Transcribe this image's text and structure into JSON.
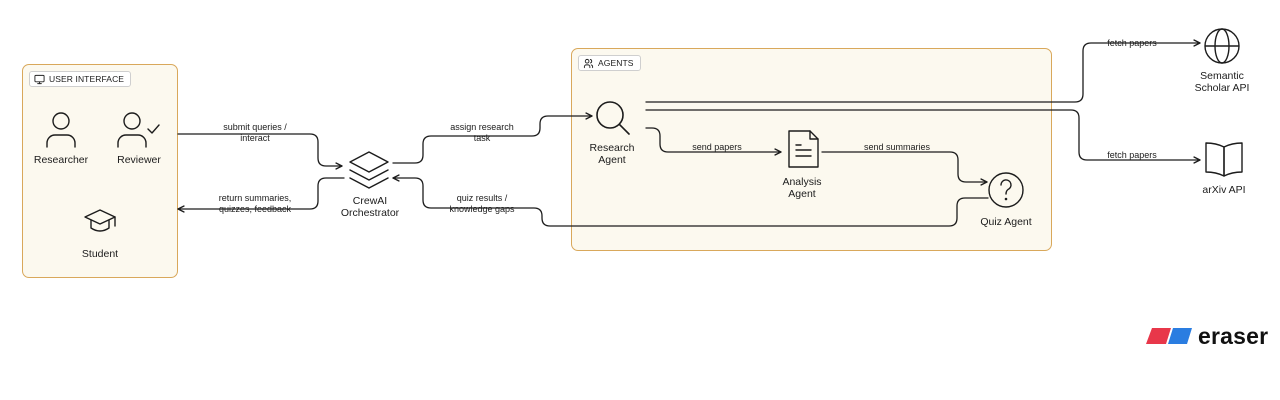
{
  "groups": {
    "user_interface": {
      "label": "USER INTERFACE"
    },
    "agents": {
      "label": "AGENTS"
    }
  },
  "nodes": {
    "researcher": "Researcher",
    "reviewer": "Reviewer",
    "student": "Student",
    "orchestrator": [
      "CrewAI",
      "Orchestrator"
    ],
    "research_agent": [
      "Research",
      "Agent"
    ],
    "analysis_agent": [
      "Analysis",
      "Agent"
    ],
    "quiz_agent": "Quiz Agent",
    "semantic_scholar": [
      "Semantic",
      "Scholar API"
    ],
    "arxiv": "arXiv API"
  },
  "edges": {
    "submit_queries": [
      "submit queries /",
      "interact"
    ],
    "return_summaries": [
      "return summaries,",
      "quizzes, feedback"
    ],
    "assign_research": [
      "assign research",
      "task"
    ],
    "quiz_results": [
      "quiz results /",
      "knowledge gaps"
    ],
    "send_papers": "send papers",
    "send_summaries": "send summaries",
    "fetch_papers_semantic": "fetch papers",
    "fetch_papers_arxiv": "fetch papers"
  },
  "brand": {
    "text": "eraser"
  },
  "colors": {
    "group_border": "#d9a85b",
    "group_fill": "#fcf9ef",
    "line": "#1c1c1c",
    "brand_red": "#e8374a",
    "brand_blue": "#2a7de1"
  },
  "icons": [
    "monitor-icon",
    "users-icon",
    "user-icon",
    "user-check-icon",
    "graduation-cap-icon",
    "layers-icon",
    "search-icon",
    "file-text-icon",
    "help-circle-icon",
    "globe-icon",
    "book-open-icon"
  ]
}
